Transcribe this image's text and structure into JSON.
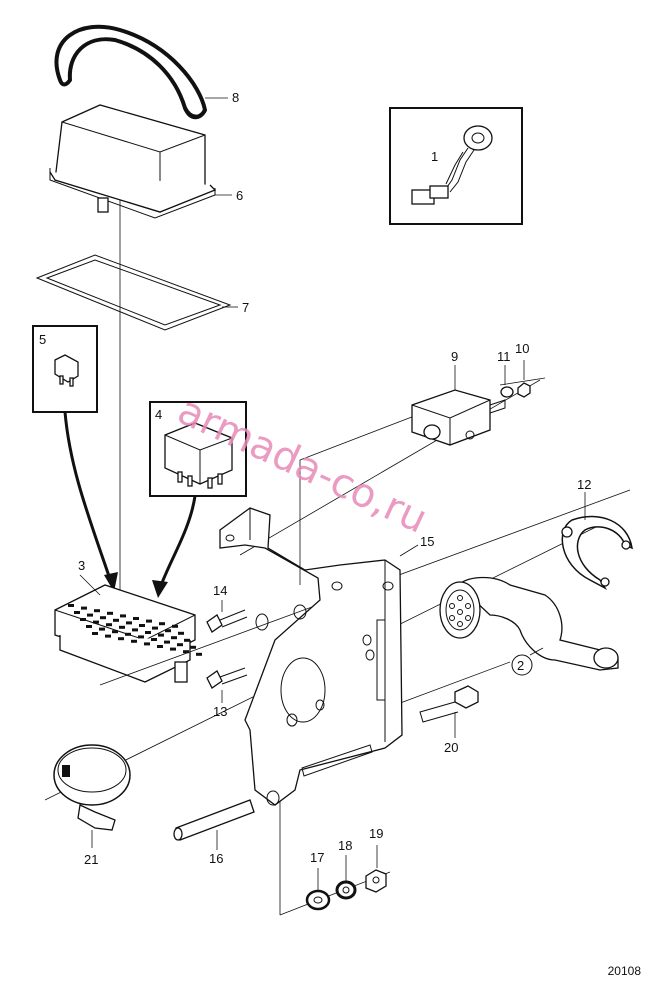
{
  "labels": {
    "p1": "1",
    "p2": "2",
    "p3": "3",
    "p4": "4",
    "p5": "5",
    "p6": "6",
    "p7": "7",
    "p8": "8",
    "p9": "9",
    "p10": "10",
    "p11": "11",
    "p12": "12",
    "p13": "13",
    "p14": "14",
    "p15": "15",
    "p16": "16",
    "p17": "17",
    "p18": "18",
    "p19": "19",
    "p20": "20",
    "p21": "21"
  },
  "reference_number": "20108",
  "watermark": "armada-co,ru"
}
